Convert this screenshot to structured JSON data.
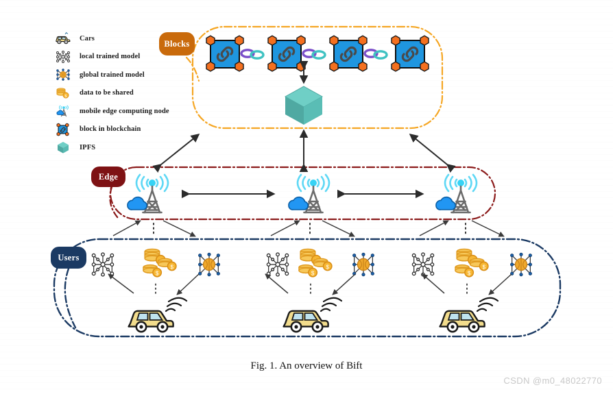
{
  "figure": {
    "caption": "Fig. 1.  An overview of Bift",
    "watermark": "CSDN @m0_48022770"
  },
  "legend": {
    "items": [
      {
        "icon": "car-icon",
        "label": "Cars"
      },
      {
        "icon": "local-model-icon",
        "label": "local trained model"
      },
      {
        "icon": "global-model-icon",
        "label": "global trained model"
      },
      {
        "icon": "coins-icon",
        "label": "data to be shared"
      },
      {
        "icon": "mec-node-icon",
        "label": "mobile edge computing node"
      },
      {
        "icon": "blockchain-block-icon",
        "label": "block in blockchain"
      },
      {
        "icon": "ipfs-cube-icon",
        "label": "IPFS"
      }
    ]
  },
  "tiers": [
    {
      "id": "blocks",
      "badge": "Blocks",
      "border_color": "#F5A623",
      "badge_color": "#C96A0B"
    },
    {
      "id": "edge",
      "badge": "Edge",
      "border_color": "#8B1A1A",
      "badge_color": "#7E1214"
    },
    {
      "id": "users",
      "badge": "Users",
      "border_color": "#1B3A63",
      "badge_color": "#1B3A63"
    }
  ],
  "blockchain": {
    "block_count": 4,
    "block_color": "#1F96E0",
    "corner_cube_color": "#F4701F",
    "chain_colors": [
      "#7B4FC9",
      "#3FC2C2"
    ],
    "ipfs_cube_color": "#54B8B0"
  },
  "edge": {
    "node_count": 3,
    "tower_color": "#6B6B6B",
    "cloud_color": "#2196F3",
    "signal_color": "#5FD8F5"
  },
  "users": {
    "group_count": 3,
    "car_body_color": "#F2DC8C",
    "car_window_color": "#BFE3EF",
    "coin_color": "#F7B733",
    "global_model_color": "#F0A92C",
    "ellipsis": "⋮"
  },
  "colors": {
    "background": "#FFFFFF",
    "arrow": "#2B2B2B",
    "text": "#1A1A1A",
    "watermark": "#C8C8C8"
  }
}
